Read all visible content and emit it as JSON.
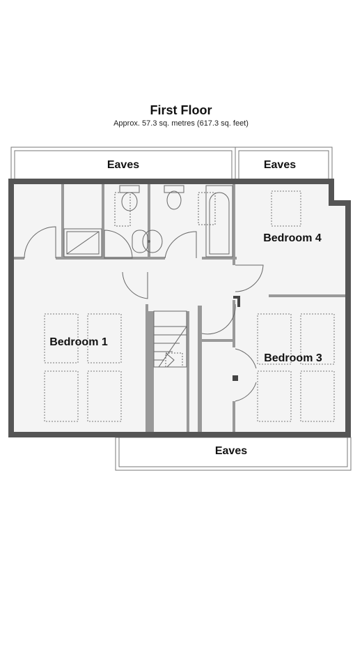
{
  "floor": {
    "title": "First Floor",
    "area": "Approx. 57.3 sq. metres (617.3 sq. feet)"
  },
  "labels": {
    "eaves_left": "Eaves",
    "eaves_right": "Eaves",
    "eaves_bottom": "Eaves",
    "bedroom1": "Bedroom 1",
    "bedroom3": "Bedroom 3",
    "bedroom4": "Bedroom 4"
  },
  "colors": {
    "outer_wall": "#555555",
    "inner_wall": "#9a9a9a",
    "floor": "#f5f5f5",
    "outline": "#666666"
  }
}
